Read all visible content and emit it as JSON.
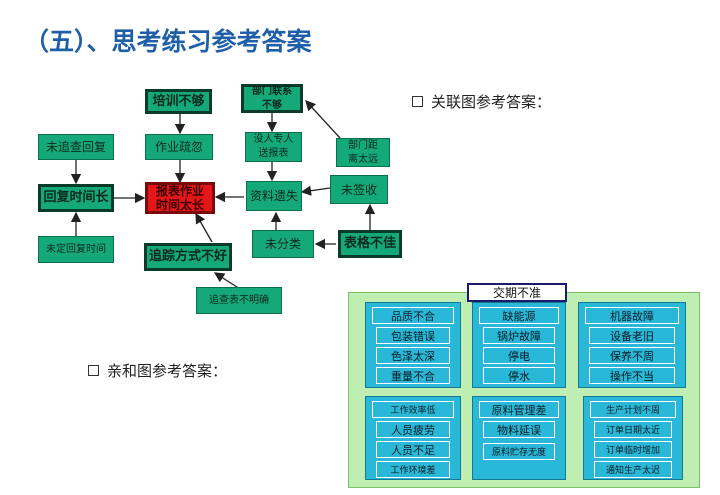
{
  "title": "（五）、思考练习参考答案",
  "bullets": {
    "relation": "关联图参考答案：",
    "affinity": "亲和图参考答案："
  },
  "colors": {
    "title": "#1f5fa8",
    "node": "#15a878",
    "center": "#e3161a",
    "affinity_bg": "#bfeeb2",
    "group": "#2ab8d8"
  },
  "relation_nodes": {
    "training": "培训不够",
    "dept": "部门联系不够",
    "follow_reply": "未追查回复",
    "operation": "作业疏忽",
    "no_person": "没人专人送报表",
    "dept_far": "部门距离太远",
    "reply_time": "回复时间长",
    "center": "报表作业时间太长",
    "data_loss": "资料遗失",
    "unsigned": "未签收",
    "no_reply_time": "未定回复时间",
    "tracking": "追踪方式不好",
    "unclassified": "未分类",
    "bad_form": "表格不佳",
    "unclear_tracking": "追查表不明确"
  },
  "affinity": {
    "header": "交期不准",
    "groups": [
      {
        "title": "品质不合",
        "items": [
          "包装错误",
          "色泽太深",
          "重量不合"
        ]
      },
      {
        "title": "缺能源",
        "items": [
          "锅炉故障",
          "停电",
          "停水"
        ]
      },
      {
        "title": "机器故障",
        "items": [
          "设备老旧",
          "保养不周",
          "操作不当"
        ]
      },
      {
        "title": "工作效率低",
        "items": [
          "人员疲劳",
          "人员不足",
          "工作环境差"
        ]
      },
      {
        "title": "原料管理差",
        "items": [
          "物料延误",
          "原料贮存无度"
        ]
      },
      {
        "title": "生产计划不周",
        "items": [
          "订单日期太近",
          "订单临时增加",
          "通知生产太迟"
        ]
      }
    ]
  }
}
